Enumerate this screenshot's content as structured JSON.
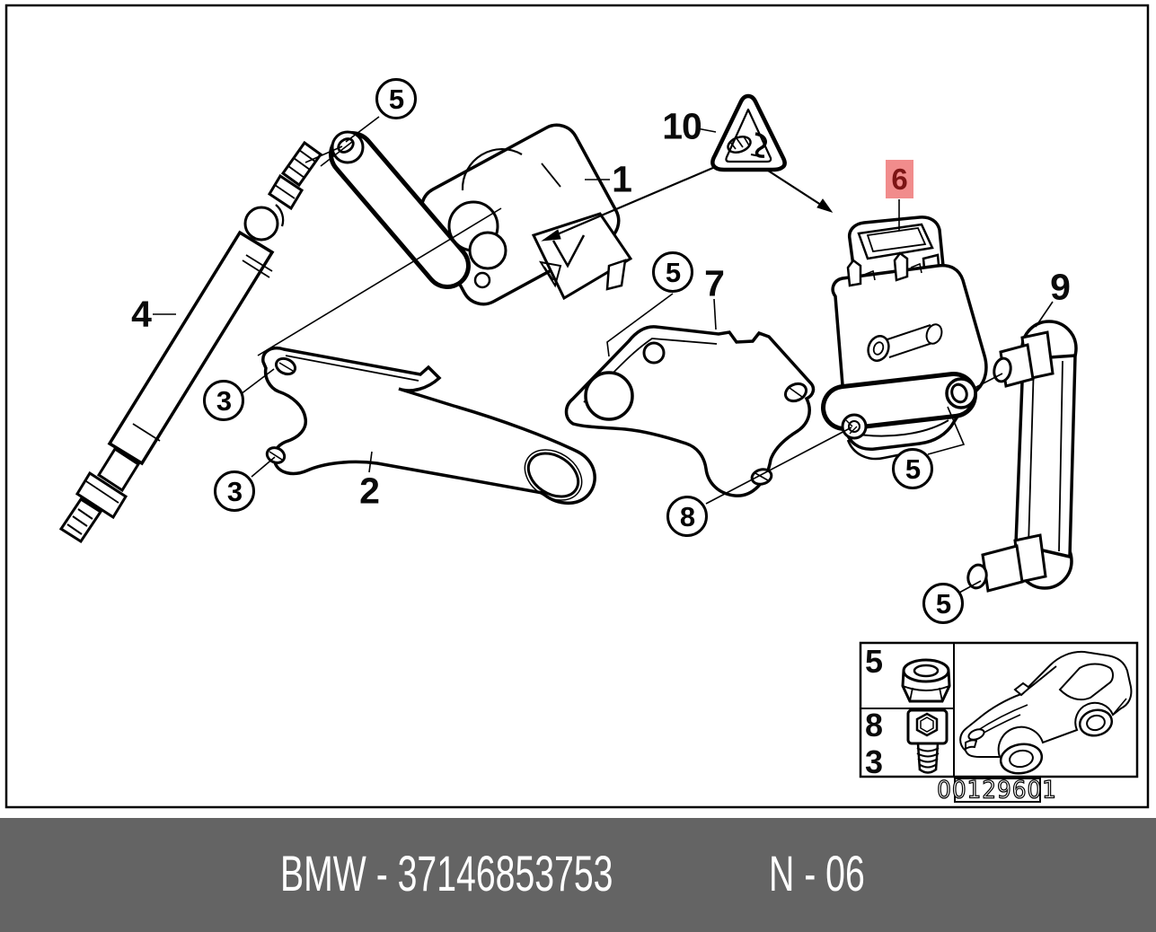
{
  "diagram": {
    "part_labels": {
      "p1": "1",
      "p2": "2",
      "p4": "4",
      "p7": "7",
      "p9": "9",
      "p10": "10"
    },
    "highlighted_label": {
      "text": "6",
      "bg": "#f18c8c",
      "fg": "#7c1414"
    },
    "callouts": {
      "c5_top": "5",
      "c3_upper": "3",
      "c3_lower": "3",
      "c5_mid": "5",
      "c8": "8",
      "c5_right": "5",
      "c5_bottom": "5"
    },
    "icons": [
      "warning-triangle-icon",
      "car-sketch",
      "lock-nut-icon",
      "cap-screw-icon"
    ]
  },
  "legend": {
    "rows": [
      {
        "label": "5",
        "item": "lock-nut"
      },
      {
        "label": "8",
        "item": "socket-head-screw"
      },
      {
        "label": "3",
        "item": "socket-head-screw"
      }
    ],
    "image_number": "00129601"
  },
  "footer": {
    "left": "BMW - 37146853753",
    "right": "N - 06",
    "bg": "#646464",
    "fg": "#ffffff"
  },
  "colors": {
    "line": "#000000",
    "background": "#ffffff"
  }
}
